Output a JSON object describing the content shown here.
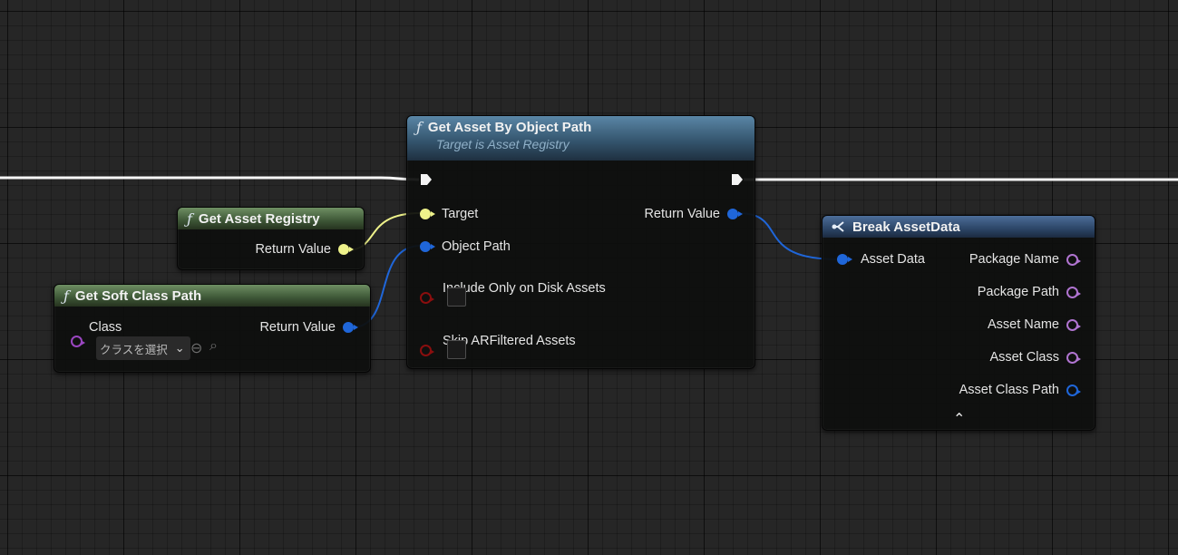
{
  "colors": {
    "blue_pin": "#1f66d9",
    "yellow_pin": "#eef28a",
    "purple_pin": "#9a46c0",
    "red_pin": "#8a0e0e",
    "exec_wire": "#ffffff"
  },
  "nodes": {
    "get_asset_registry": {
      "icon": "function-icon",
      "title": "Get Asset Registry",
      "return_label": "Return Value"
    },
    "get_soft_class_path": {
      "icon": "function-icon",
      "title": "Get Soft Class Path",
      "class_label": "Class",
      "class_select": "クラスを選択",
      "return_label": "Return Value"
    },
    "get_asset_by_object_path": {
      "icon": "function-icon",
      "title": "Get Asset By Object Path",
      "subtitle": "Target is Asset Registry",
      "target_label": "Target",
      "object_path_label": "Object Path",
      "include_only_on_disk_label": "Include Only on Disk Assets",
      "skip_arfiltered_label": "Skip ARFiltered Assets",
      "return_label": "Return Value"
    },
    "break_asset_data": {
      "icon": "break-struct-icon",
      "title": "Break AssetData",
      "input_label": "Asset Data",
      "outputs": [
        "Package Name",
        "Package Path",
        "Asset Name",
        "Asset Class",
        "Asset Class Path"
      ]
    }
  }
}
